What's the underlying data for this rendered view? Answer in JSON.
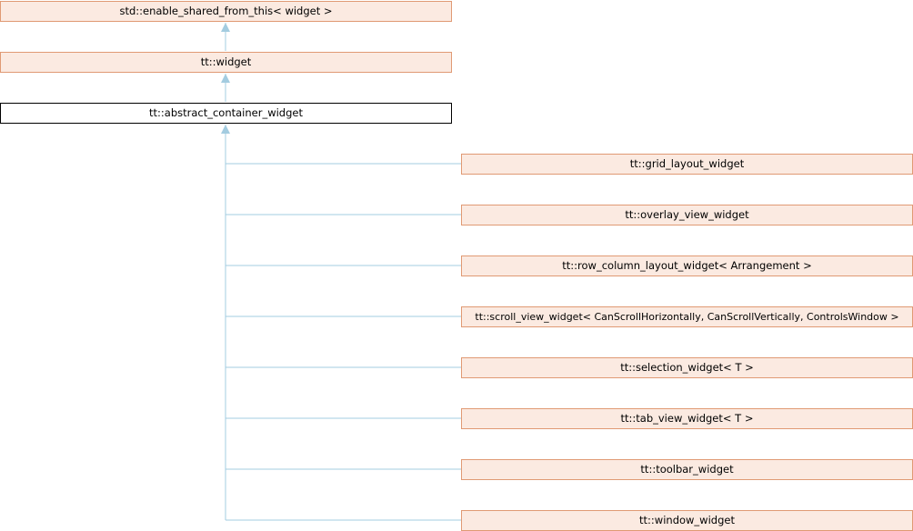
{
  "diagram": {
    "ancestors": [
      {
        "label": "std::enable_shared_from_this< widget >"
      },
      {
        "label": "tt::widget"
      }
    ],
    "current": {
      "label": "tt::abstract_container_widget"
    },
    "derived": [
      {
        "label": "tt::grid_layout_widget"
      },
      {
        "label": "tt::overlay_view_widget"
      },
      {
        "label": "tt::row_column_layout_widget< Arrangement >"
      },
      {
        "label": "tt::scroll_view_widget< CanScrollHorizontally, CanScrollVertically, ControlsWindow >"
      },
      {
        "label": "tt::selection_widget< T >"
      },
      {
        "label": "tt::tab_view_widget< T >"
      },
      {
        "label": "tt::toolbar_widget"
      },
      {
        "label": "tt::window_widget"
      }
    ],
    "colors": {
      "edge": "#a3cce0",
      "node_border": "#e09a74",
      "node_fill": "#fbeae1",
      "current_border": "#000000"
    }
  }
}
